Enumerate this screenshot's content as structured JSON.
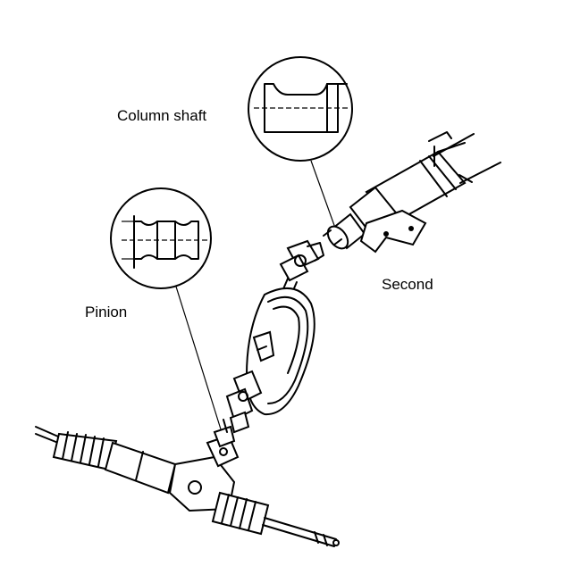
{
  "labels": {
    "column_shaft": "Column shaft",
    "pinion": "Pinion",
    "second": "Second"
  }
}
